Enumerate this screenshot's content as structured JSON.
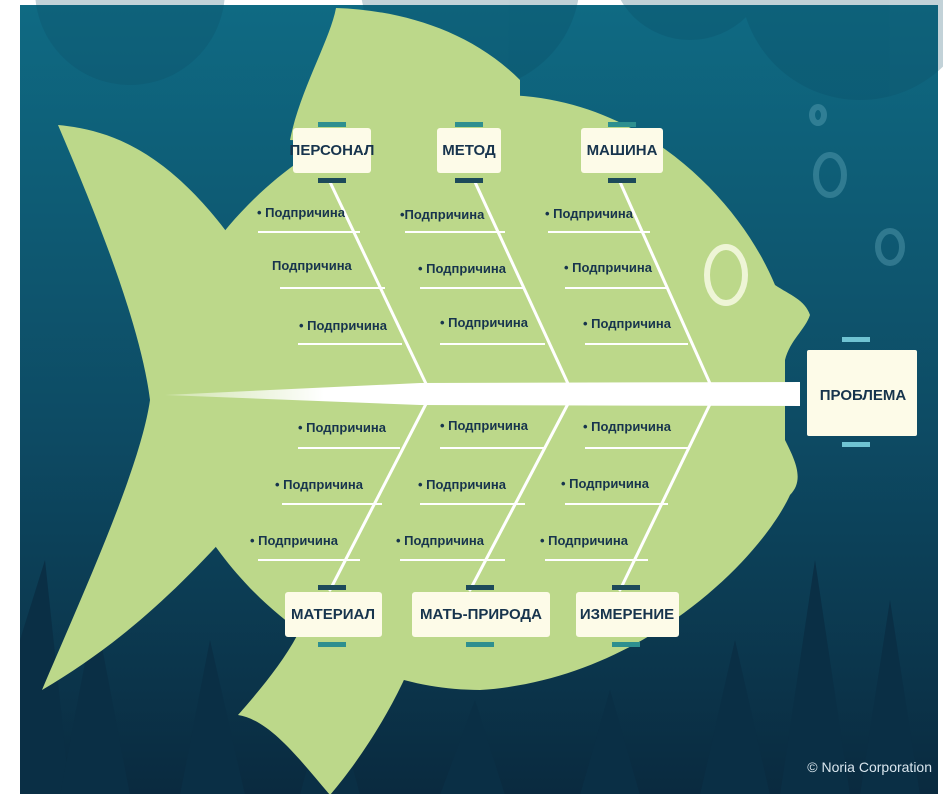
{
  "diagram": {
    "problem": "ПРОБЛЕМА",
    "categories": [
      {
        "label": "ПЕРСОНАЛ",
        "subcauses": [
          "• Подпричина",
          "Подпричина",
          "• Подпричина"
        ]
      },
      {
        "label": "МЕТОД",
        "subcauses": [
          "•Подпричина",
          "• Подпричина",
          "• Подпричина"
        ]
      },
      {
        "label": "МАШИНА",
        "subcauses": [
          "• Подпричина",
          "• Подпричина",
          "• Подпричина"
        ]
      },
      {
        "label": "МАТЕРИАЛ",
        "subcauses": [
          "• Подпричина",
          "• Подпричина",
          "• Подпричина"
        ]
      },
      {
        "label": "МАТЬ-ПРИРОДА",
        "subcauses": [
          "• Подпричина",
          "• Подпричина",
          "• Подпричина"
        ]
      },
      {
        "label": "ИЗМЕРЕНИЕ",
        "subcauses": [
          "• Подпричина",
          "• Подпричина",
          "• Подпричина"
        ]
      }
    ]
  },
  "copyright": "© Noria Corporation",
  "colors": {
    "background_top": "#0f5f78",
    "background_bottom": "#0b2f45",
    "fish": "#bcd88a",
    "spine": "#ffffff",
    "label_box": "#fdfbe8",
    "accent_bar": "#2e8f8f",
    "text": "#17344d"
  }
}
